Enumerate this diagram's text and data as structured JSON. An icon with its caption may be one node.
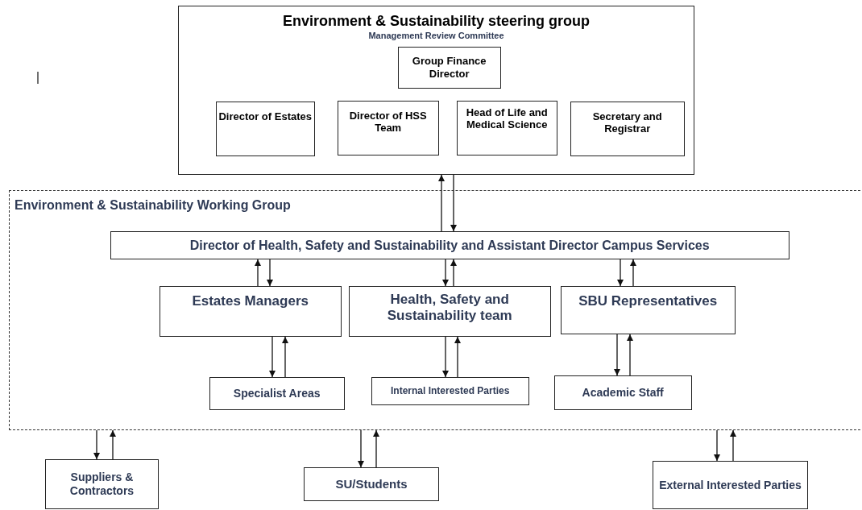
{
  "diagram": {
    "nodes": [
      {
        "text": [
          "Environment & Sustainability steering group",
          "Management Review Committee"
        ]
      },
      {
        "text": [
          "Group Finance Director"
        ],
        "in": 0
      },
      {
        "text": [
          "Director of Estates"
        ],
        "in": 0
      },
      {
        "text": [
          "Director of HSS Team"
        ],
        "in": 0
      },
      {
        "text": [
          "Head of Life and Medical Science"
        ],
        "in": 0
      },
      {
        "text": [
          "Secretary and Registrar"
        ],
        "in": 0
      },
      {
        "text": [
          "Environment & Sustainability Working Group"
        ]
      },
      {
        "text": [
          "Director of Health, Safety and Sustainability and Assistant Director Campus Services"
        ],
        "in": 6
      },
      {
        "text": [
          "Estates Managers"
        ],
        "in": 6
      },
      {
        "text": [
          "Health, Safety and Sustainability team"
        ],
        "in": 6
      },
      {
        "text": [
          "SBU Representatives"
        ],
        "in": 6
      },
      {
        "text": [
          "Specialist Areas"
        ],
        "in": 6
      },
      {
        "text": [
          "Internal Interested Parties"
        ],
        "in": 6
      },
      {
        "text": [
          "Academic Staff"
        ],
        "in": 6
      },
      {
        "text": [
          "Suppliers & Contractors"
        ]
      },
      {
        "text": [
          "SU/Students"
        ]
      },
      {
        "text": [
          "External Interested Parties"
        ]
      }
    ],
    "edges": [
      {
        "from": 7,
        "to": 0,
        "arrow": "to"
      },
      {
        "from": 0,
        "to": 7,
        "arrow": "to"
      },
      {
        "from": 8,
        "to": 7,
        "arrow": "to"
      },
      {
        "from": 7,
        "to": 8,
        "arrow": "to"
      },
      {
        "from": 7,
        "to": 9,
        "arrow": "to"
      },
      {
        "from": 9,
        "to": 7,
        "arrow": "to"
      },
      {
        "from": 7,
        "to": 10,
        "arrow": "to"
      },
      {
        "from": 10,
        "to": 7,
        "arrow": "to"
      },
      {
        "from": 8,
        "to": 11,
        "arrow": "to"
      },
      {
        "from": 11,
        "to": 8,
        "arrow": "to"
      },
      {
        "from": 9,
        "to": 12,
        "arrow": "to"
      },
      {
        "from": 12,
        "to": 9,
        "arrow": "to"
      },
      {
        "from": 10,
        "to": 13,
        "arrow": "to"
      },
      {
        "from": 13,
        "to": 10,
        "arrow": "to"
      },
      {
        "from": 6,
        "to": 14,
        "arrow": "to"
      },
      {
        "from": 14,
        "to": 6,
        "arrow": "to"
      },
      {
        "from": 6,
        "to": 15,
        "arrow": "to"
      },
      {
        "from": 15,
        "to": 6,
        "arrow": "to"
      },
      {
        "from": 6,
        "to": 16,
        "arrow": "to"
      },
      {
        "from": 16,
        "to": 6,
        "arrow": "to"
      }
    ]
  }
}
